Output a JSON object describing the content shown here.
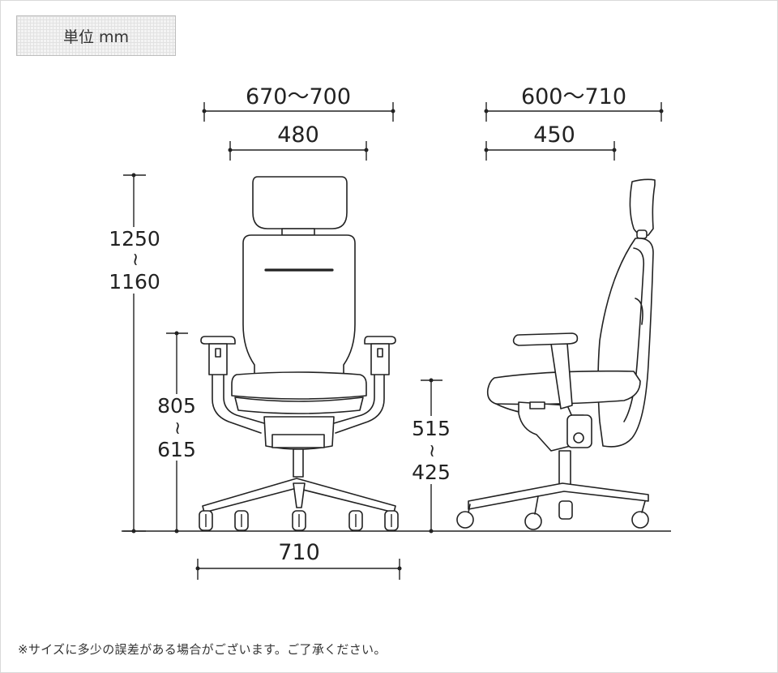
{
  "unit_label": "単位 mm",
  "front_view": {
    "overall_width": "670〜700",
    "seat_width": "480",
    "overall_height_max": "1250",
    "overall_height_min": "1160",
    "armrest_height_max": "805",
    "armrest_height_min": "615",
    "base_width": "710"
  },
  "side_view": {
    "overall_depth": "600〜710",
    "seat_depth": "450",
    "seat_height_max": "515",
    "seat_height_min": "425"
  },
  "range_symbol": "~",
  "footnote": "※サイズに多少の誤差がある場合がございます。ご了承ください。"
}
